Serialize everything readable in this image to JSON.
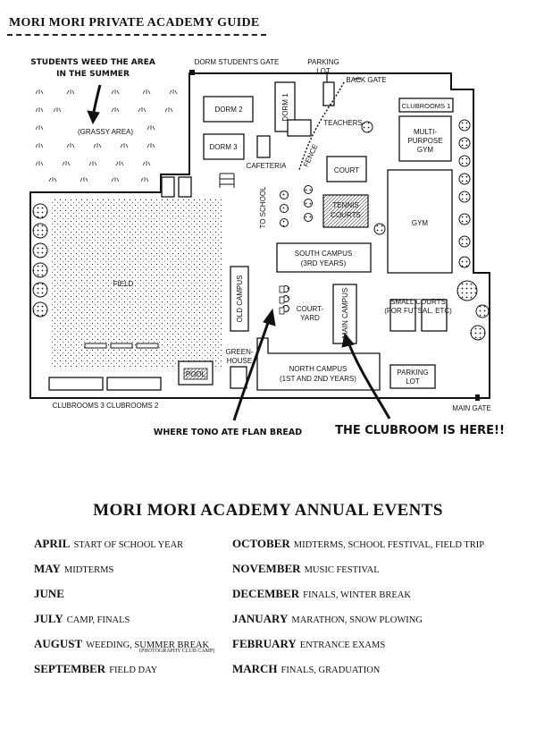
{
  "header": {
    "title": "MORI MORI PRIVATE ACADEMY GUIDE"
  },
  "map": {
    "labels": {
      "weed_note_1": "STUDENTS WEED THE AREA",
      "weed_note_2": "IN THE SUMMER",
      "grassy": "(GRASSY AREA)",
      "dorm_gate": "DORM STUDENT'S GATE",
      "parking_lot_top_1": "PARKING",
      "parking_lot_top_2": "LOT",
      "back_gate": "BACK GATE",
      "clubrooms1": "CLUBROOMS 1",
      "dorm1": "DORM 1",
      "dorm2": "DORM 2",
      "dorm3": "DORM 3",
      "teachers": "TEACHERS",
      "multi_1": "MULTI-",
      "multi_2": "PURPOSE",
      "multi_3": "GYM",
      "cafeteria": "CAFETERIA",
      "fence": "FENCE",
      "court": "COURT",
      "to_school": "TO SCHOOL",
      "tennis_1": "TENNIS",
      "tennis_2": "COURTS",
      "gym": "GYM",
      "field": "FIELD",
      "south_1": "SOUTH CAMPUS",
      "south_2": "(3RD YEARS)",
      "old_campus": "OLD CAMPUS",
      "courtyard_1": "COURT-",
      "courtyard_2": "YARD",
      "main_campus": "MAIN CAMPUS",
      "small_1": "SMALL COURTS",
      "small_2": "(FOR FUTSAL, ETC)",
      "green_1": "GREEN-",
      "green_2": "HOUSE",
      "pool": "POOL",
      "north_1": "NORTH CAMPUS",
      "north_2": "(1ST AND 2ND YEARS)",
      "parking_1": "PARKING",
      "parking_2": "LOT",
      "clubrooms32": "CLUBROOMS 3  CLUBROOMS 2",
      "main_gate": "MAIN GATE",
      "flan": "WHERE TONO ATE FLAN BREAD",
      "clubroom_here": "THE CLUBROOM IS HERE!!"
    }
  },
  "events": {
    "title": "MORI MORI ACADEMY ANNUAL EVENTS",
    "left": [
      {
        "month": "APRIL",
        "desc": "START OF SCHOOL YEAR"
      },
      {
        "month": "MAY",
        "desc": "MIDTERMS"
      },
      {
        "month": "JUNE",
        "desc": ""
      },
      {
        "month": "JULY",
        "desc": "CAMP, FINALS"
      },
      {
        "month": "AUGUST",
        "desc": "WEEDING, SUMMER BREAK",
        "note": "(PHOTOGRAPHY CLUB CAMP)"
      },
      {
        "month": "SEPTEMBER",
        "desc": "FIELD DAY"
      }
    ],
    "right": [
      {
        "month": "OCTOBER",
        "desc": "MIDTERMS, SCHOOL FESTIVAL, FIELD TRIP"
      },
      {
        "month": "NOVEMBER",
        "desc": "MUSIC FESTIVAL"
      },
      {
        "month": "DECEMBER",
        "desc": "FINALS, WINTER BREAK"
      },
      {
        "month": "JANUARY",
        "desc": "MARATHON, SNOW PLOWING"
      },
      {
        "month": "FEBRUARY",
        "desc": "ENTRANCE EXAMS"
      },
      {
        "month": "MARCH",
        "desc": "FINALS, GRADUATION"
      }
    ]
  }
}
